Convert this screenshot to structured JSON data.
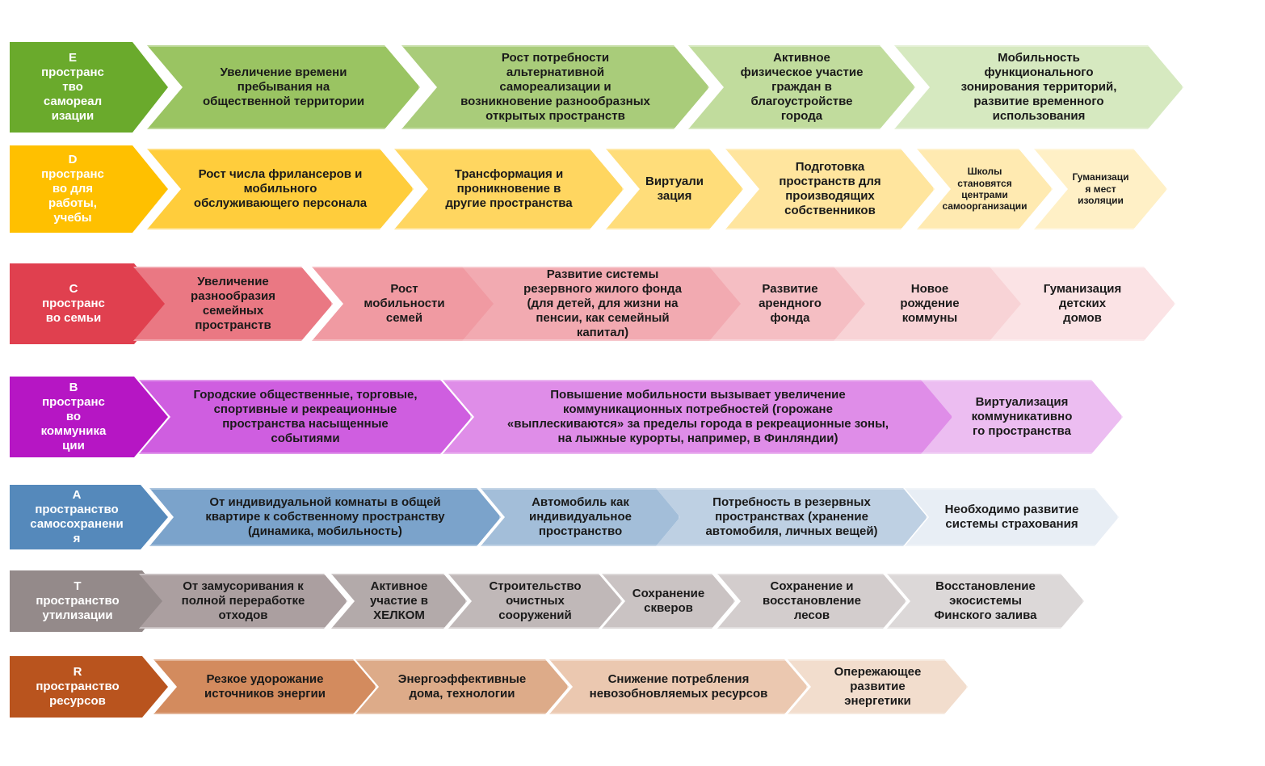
{
  "rows": [
    {
      "id": "E",
      "head_color": "#6aaa2c",
      "head_label": "E\nпространс\nтво\nсамореал\nизации",
      "chevrons": [
        {
          "text": "Увеличение времени\nпребывания на\nобщественной территории",
          "color": "#9ac462"
        },
        {
          "text": "Рост потребности\nальтернативной\nсамореализации и\nвозникновение разнообразных\nоткрытых пространств",
          "color": "#a9cc7a"
        },
        {
          "text": "Активное\nфизическое участие\nграждан в\nблагоустройстве\nгорода",
          "color": "#c1dc9d"
        },
        {
          "text": "Мобильность\nфункционального\nзонирования территорий,\nразвитие временного\nиспользования",
          "color": "#d6e9c0"
        }
      ]
    },
    {
      "id": "D",
      "head_color": "#ffc000",
      "head_label": "D\nпространс\nво для\nработы,\nучебы",
      "chevrons": [
        {
          "text": "Рост числа фрилансеров и\nмобильного\nобслуживающего персонала",
          "color": "#ffcd3c"
        },
        {
          "text": "Трансформация и\nпроникновение в\nдругие пространства",
          "color": "#ffd660"
        },
        {
          "text": "Виртуали\nзация",
          "color": "#ffdd7a"
        },
        {
          "text": "Подготовка\nпространств для\nпроизводящих\nсобственников",
          "color": "#ffe59e"
        },
        {
          "text": "Школы\nстановятся\nцентрами\nсамоорганизации",
          "small": true,
          "color": "#ffeab1"
        },
        {
          "text": "Гуманизаци\nя мест\nизоляции",
          "small": true,
          "color": "#fff0c6"
        }
      ]
    },
    {
      "id": "C",
      "head_color": "#e0404f",
      "head_label": "C\nпространс\nво семьи",
      "chevrons": [
        {
          "text": "Увеличение\nразнообразия\nсемейных\nпространств",
          "color": "#ea7883"
        },
        {
          "text": "Рост\nмобильности\nсемей",
          "color": "#f09aa2"
        },
        {
          "text": "Развитие системы\nрезервного жилого фонда\n(для детей, для жизни на\nпенсии, как семейный\nкапитал)",
          "color": "#f2aab1"
        },
        {
          "text": "Развитие\nарендного\nфонда",
          "color": "#f5bec3"
        },
        {
          "text": "Новое\nрождение\nкоммуны",
          "color": "#f8d3d6"
        },
        {
          "text": "Гуманизация\nдетских\nдомов",
          "color": "#fbe3e5"
        }
      ]
    },
    {
      "id": "B",
      "head_color": "#b616c4",
      "head_label": "B\nпространс\nво\nкоммуника\nции",
      "chevrons": [
        {
          "text": "Городские общественные, торговые,\nспортивные и рекреационные\nпространства насыщенные\nсобытиями",
          "color": "#cf5ee0"
        },
        {
          "text": "Повышение мобильности вызывает  увеличение\nкоммуникационных потребностей (горожане\n«выплескиваются» за пределы города в рекреационные зоны,\nна лыжные курорты, например, в Финляндии)",
          "color": "#df8de8"
        },
        {
          "text": "Виртуализация\nкоммуникативно\nго пространства",
          "color": "#ecbdf1"
        }
      ]
    },
    {
      "id": "A",
      "head_color": "#5589bb",
      "head_label": "A\nпространство\nсамосохранени\nя",
      "chevrons": [
        {
          "text": "От индивидуальной комнаты в общей\nквартире к собственному пространству\n(динамика, мобильность)",
          "color": "#7ba3cb"
        },
        {
          "text": "Автомобиль как\nиндивидуальное\nпространство",
          "color": "#a3bed9"
        },
        {
          "text": "Потребность в резервных\nпространствах (хранение\nавтомобиля, личных вещей)",
          "color": "#bed0e3"
        },
        {
          "text": "Необходимо развитие\nсистемы страхования",
          "color": "#e8eef5"
        }
      ]
    },
    {
      "id": "T",
      "head_color": "#948a8a",
      "head_label": "T\nпространство\nутилизации",
      "chevrons": [
        {
          "text": "От замусоривания к\nполной переработке\nотходов",
          "color": "#ab9fa0"
        },
        {
          "text": "Активное\nучастие в\nХЕЛКОМ",
          "color": "#b3aaaa"
        },
        {
          "text": "Строительство\nочистных\nсооружений",
          "color": "#c0b8b8"
        },
        {
          "text": "Сохранение\nскверов",
          "color": "#cac3c3"
        },
        {
          "text": "Сохранение и\nвосстановление\nлесов",
          "color": "#d3cdcd"
        },
        {
          "text": "Восстановление\nэкосистемы\nФинского залива",
          "color": "#dcd8d8"
        }
      ]
    },
    {
      "id": "R",
      "head_color": "#b9541e",
      "head_label": "R\nпространство\nресурсов",
      "chevrons": [
        {
          "text": "Резкое удорожание\nисточников энергии",
          "color": "#d38b5e"
        },
        {
          "text": "Энергоэффективные\nдома, технологии",
          "color": "#ddab89"
        },
        {
          "text": "Снижение потребления\nневозобновляемых ресурсов",
          "color": "#ebc8b0"
        },
        {
          "text": "Опережающее\nразвитие\nэнергетики",
          "color": "#f2ddcd"
        }
      ]
    }
  ]
}
